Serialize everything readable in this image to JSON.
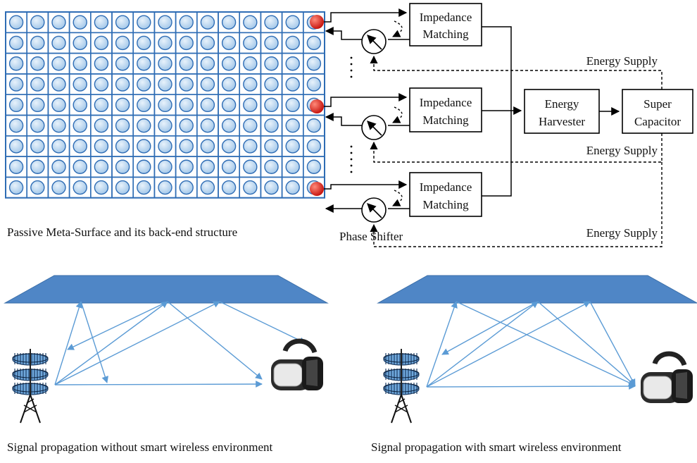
{
  "labels": {
    "impedance_line1": "Impedance",
    "impedance_line2": "Matching",
    "harvester_line1": "Energy",
    "harvester_line2": "Harvester",
    "capacitor_line1": "Super",
    "capacitor_line2": "Capacitor",
    "energy_supply": "Energy Supply",
    "phase_shifter": "Phase Shifter",
    "meta_surface_caption": "Passive Meta-Surface and its back-end structure",
    "caption_without": "Signal propagation without smart wireless environment",
    "caption_with": "Signal propagation with smart wireless environment"
  },
  "meta_surface": {
    "rows": 9,
    "cols": 15
  },
  "colors": {
    "grid_line": "#2f6db5",
    "cell_fill": "#bcd8f0",
    "active_element": "#e0211b",
    "surface_blue": "#4f86c6",
    "ray": "#5b9bd5",
    "line": "#000000"
  },
  "icons": [
    "base-station-icon",
    "vr-headset-icon",
    "phase-shifter-icon"
  ]
}
